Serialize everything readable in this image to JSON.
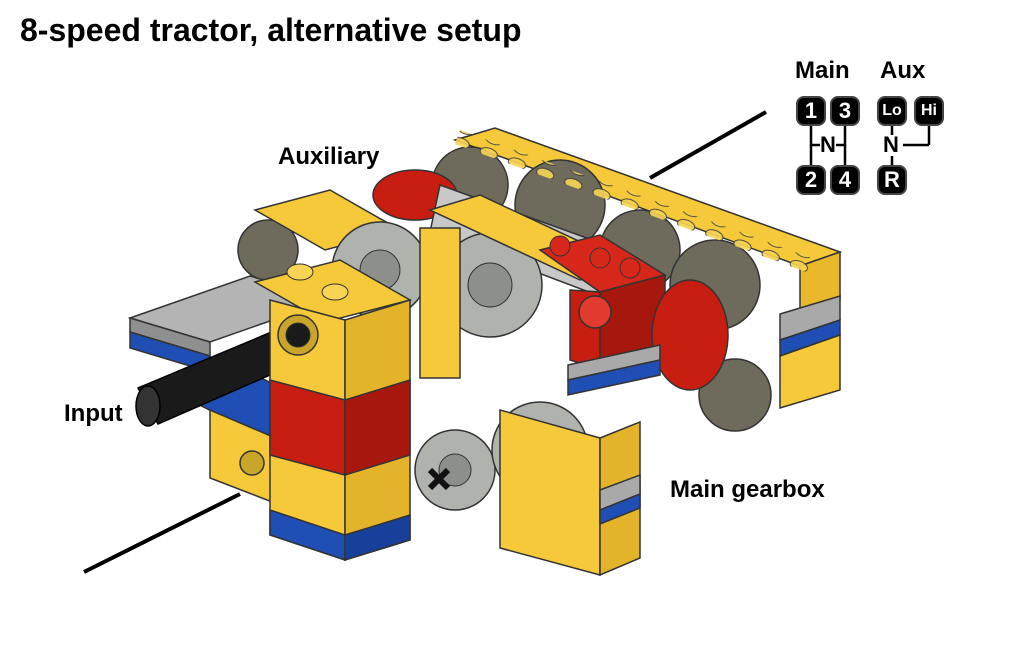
{
  "title": "8-speed tractor, alternative setup",
  "labels": {
    "auxiliary": "Auxiliary",
    "input": "Input",
    "main_gearbox": "Main gearbox"
  },
  "shift_patterns": {
    "main": {
      "heading": "Main",
      "gears": [
        "1",
        "3",
        "2",
        "4"
      ],
      "neutral": "N"
    },
    "aux": {
      "heading": "Aux",
      "gears": [
        "Lo",
        "Hi",
        "R"
      ],
      "neutral": "N"
    }
  },
  "colors": {
    "yellow": "#f5c93a",
    "red": "#c81e12",
    "blue": "#1f4fb4",
    "light_gray": "#a9a9a9",
    "dark_gray": "#6e6b5c",
    "black": "#1a1a1a"
  }
}
